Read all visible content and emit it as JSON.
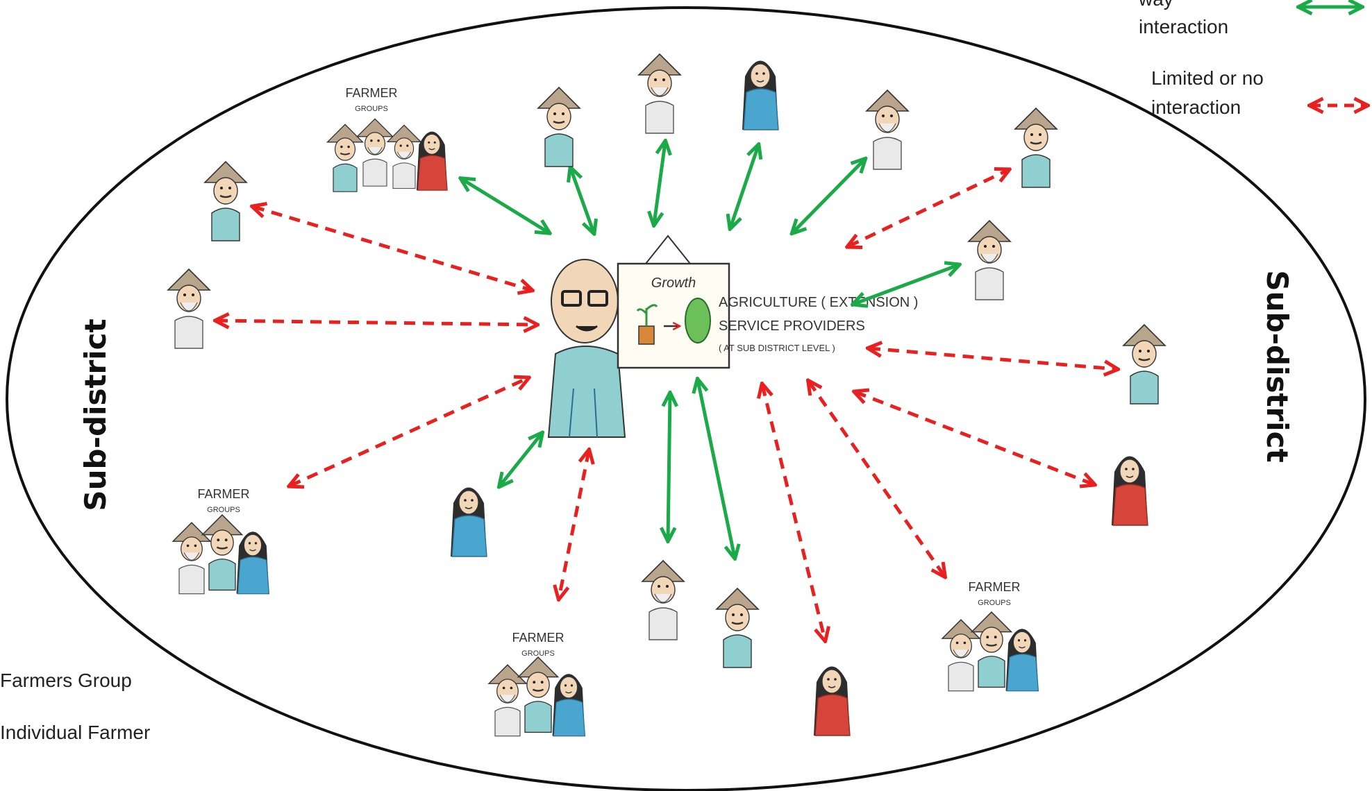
{
  "legend": {
    "two_way_line1": "way",
    "two_way_line2": "interaction",
    "limited_line1": "Limited or no",
    "limited_line2": "interaction",
    "farmers_group": "Farmers Group",
    "individual_farmer": "Individual Farmer"
  },
  "region_label_left": "Sub-district",
  "region_label_right": "Sub-district",
  "provider": {
    "sign_text": "Growth",
    "line1": "AGRICULTURE ( EXTENSION )",
    "line2": "SERVICE PROVIDERS",
    "line3": "( AT SUB DISTRICT LEVEL )"
  },
  "group_label_top": "FARMER",
  "group_label_bottom": "GROUPS",
  "colors": {
    "two_way": "#1aaa47",
    "limited": "#e8201f",
    "ellipse": "#111111",
    "hat": "#b9a48c",
    "shirt": "#8fcfd0",
    "sari_blue": "#4aa6cf",
    "sari_red": "#d6453a",
    "skin": "#f2d6b8"
  }
}
